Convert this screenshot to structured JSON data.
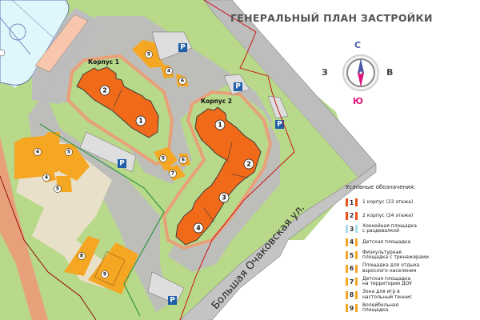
{
  "title": "ГЕНЕРАЛЬНЫЙ ПЛАН ЗАСТРОЙКИ",
  "compass": {
    "north": "С",
    "south": "Ю",
    "west": "З",
    "east": "В",
    "colors": {
      "north": "#4a5aa8",
      "south": "#e0147a",
      "west": "#444444",
      "east": "#444444"
    }
  },
  "buildings": [
    {
      "label": "Корпус 1",
      "sections": [
        "1",
        "2"
      ]
    },
    {
      "label": "Корпус 2",
      "sections": [
        "1",
        "2",
        "3",
        "4"
      ]
    }
  ],
  "street": "Большая Очаковская ул.",
  "parking_symbol": "P",
  "legend": {
    "title": "Условные обозначения:",
    "items": [
      {
        "num": "1",
        "text": "1 корпус (23 этажа)",
        "color": "#e8531d",
        "text2": ""
      },
      {
        "num": "2",
        "text": "2 корпус (24 этажа)",
        "color": "#e8531d",
        "text2": ""
      },
      {
        "num": "3",
        "text": "Хоккейная площадка",
        "text2": "с раздевалкой",
        "color": "#a8dce8"
      },
      {
        "num": "4",
        "text": "Детская площадка",
        "text2": "",
        "color": "#f5a623"
      },
      {
        "num": "5",
        "text": "Физкультурная",
        "text2": "площадка с тренажерами",
        "color": "#f5a623"
      },
      {
        "num": "6",
        "text": "Площадка для отдыха",
        "text2": "взрослого населения",
        "color": "#f5a623"
      },
      {
        "num": "7",
        "text": "Детская площадка",
        "text2": "на территории ДОУ",
        "color": "#f5a623"
      },
      {
        "num": "8",
        "text": "Зона для игр в",
        "text2": "настольный теннис",
        "color": "#f5a623"
      },
      {
        "num": "9",
        "text": "Волейбольная",
        "text2": "площадка",
        "color": "#f5a623"
      }
    ]
  },
  "colors": {
    "grass": "#b8d88a",
    "road": "#bdbdbd",
    "sidewalk": "#e8a07a",
    "building": "#f06a1a",
    "playground": "#f5a623",
    "plaza": "#e8e0c8",
    "rink": "#dff6fb",
    "boundary": "#cc0000"
  }
}
